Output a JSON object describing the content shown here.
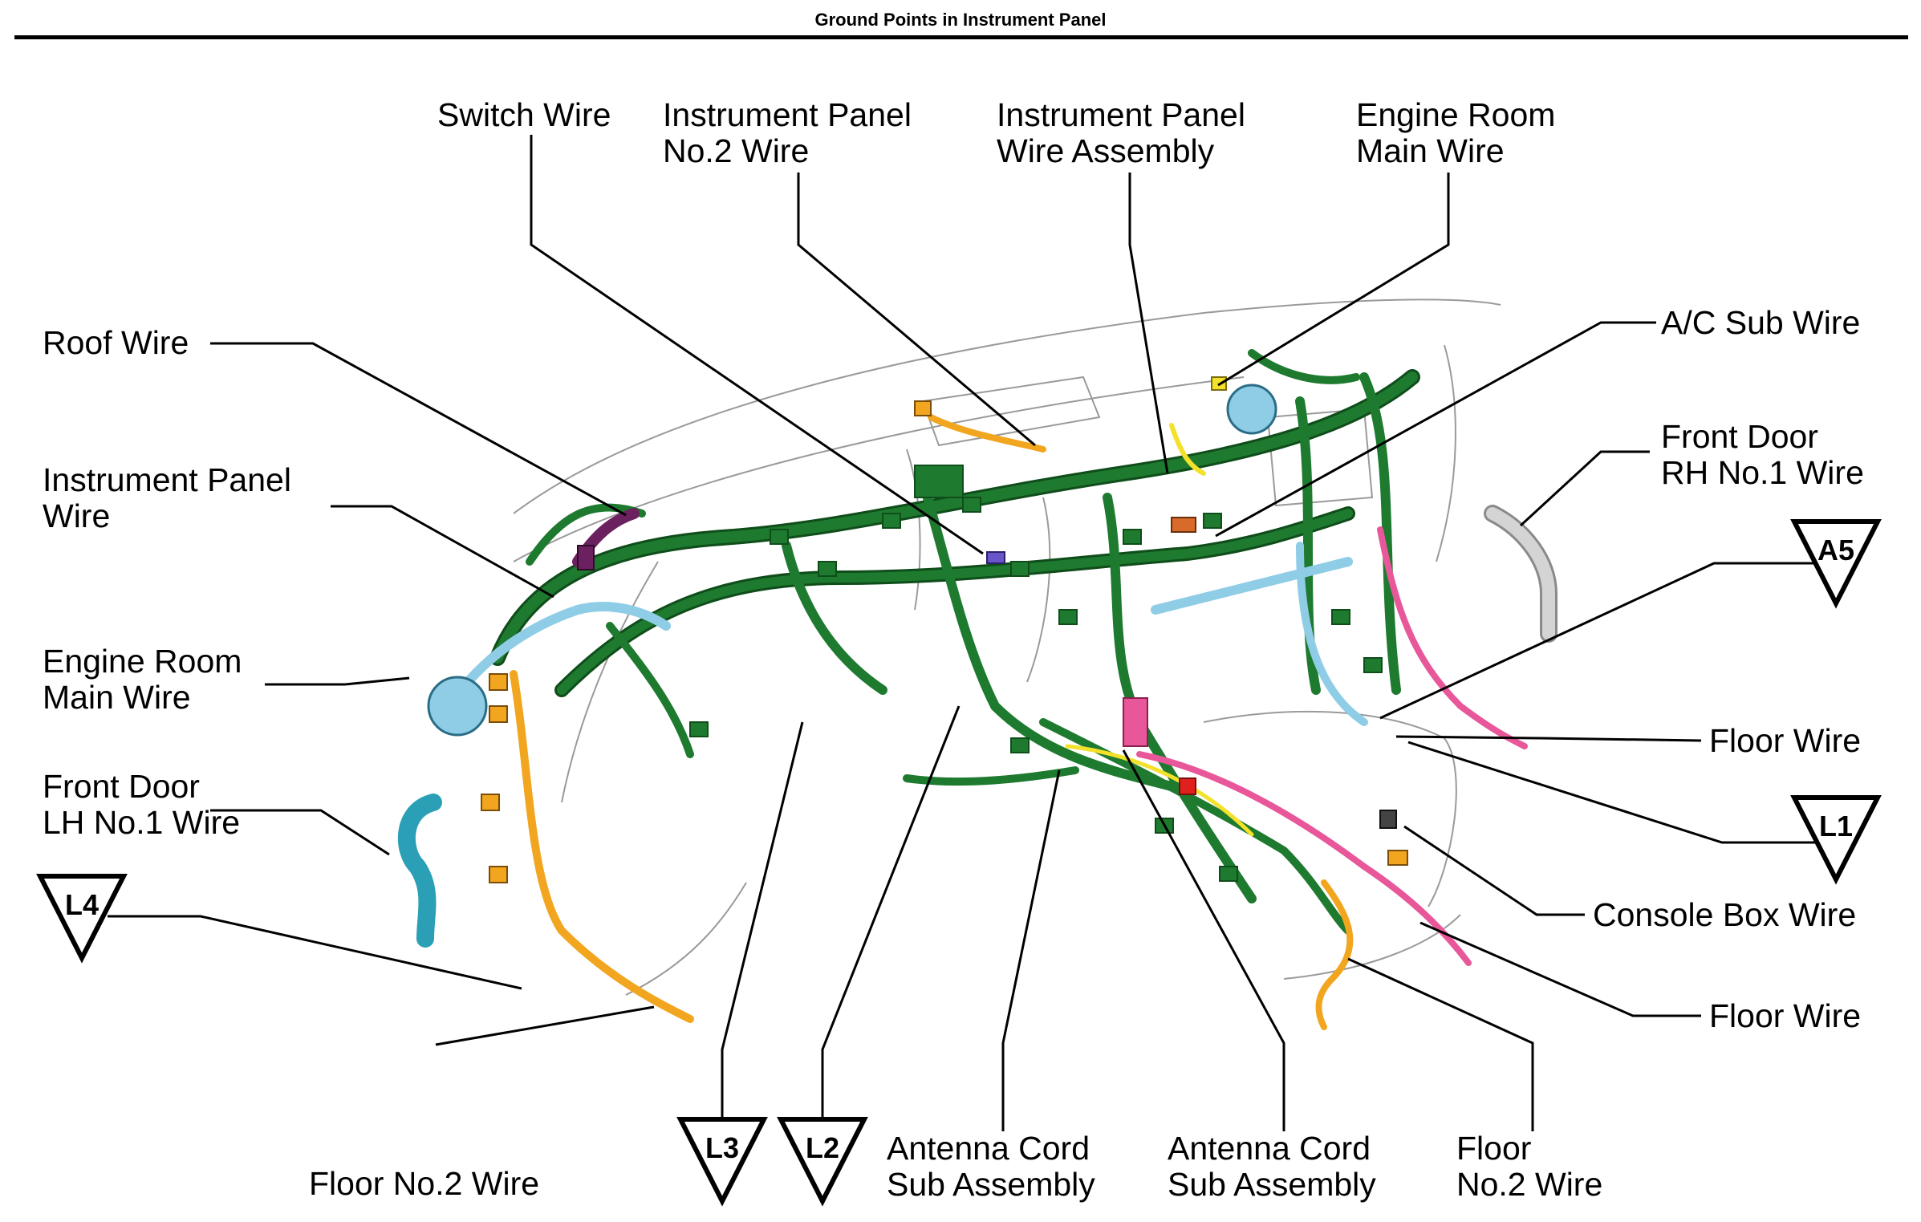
{
  "title": "Ground Points in Instrument Panel",
  "labels": {
    "switch_wire": "Switch Wire",
    "ip_no2_wire": [
      "Instrument Panel",
      "No.2 Wire"
    ],
    "ip_wire_assembly": [
      "Instrument Panel",
      "Wire Assembly"
    ],
    "engine_room_main_top": [
      "Engine Room",
      "Main Wire"
    ],
    "roof_wire": "Roof Wire",
    "ip_wire": [
      "Instrument Panel",
      "Wire"
    ],
    "engine_room_main_left": [
      "Engine Room",
      "Main Wire"
    ],
    "front_door_lh": [
      "Front Door",
      "LH No.1 Wire"
    ],
    "ac_sub_wire": "A/C Sub Wire",
    "front_door_rh": [
      "Front Door",
      "RH No.1 Wire"
    ],
    "floor_wire_upper": "Floor Wire",
    "console_box_wire": "Console Box Wire",
    "floor_wire_lower": "Floor Wire",
    "floor_no2_left": "Floor No.2 Wire",
    "antenna_cord_1": [
      "Antenna Cord",
      "Sub Assembly"
    ],
    "antenna_cord_2": [
      "Antenna Cord",
      "Sub Assembly"
    ],
    "floor_no2_right": [
      "Floor",
      "No.2 Wire"
    ]
  },
  "ground_points": [
    "A5",
    "L1",
    "L2",
    "L3",
    "L4"
  ],
  "colors": {
    "harness_main": "#1e7a2e",
    "harness_light_blue": "#8fcde6",
    "harness_teal": "#2a9fb6",
    "harness_orange": "#f2a51e",
    "harness_pink": "#e8579a",
    "harness_purple": "#6b2060",
    "harness_gray": "#bdbdbd",
    "harness_yellow": "#f3e12a",
    "connector_red": "#e0201c"
  }
}
